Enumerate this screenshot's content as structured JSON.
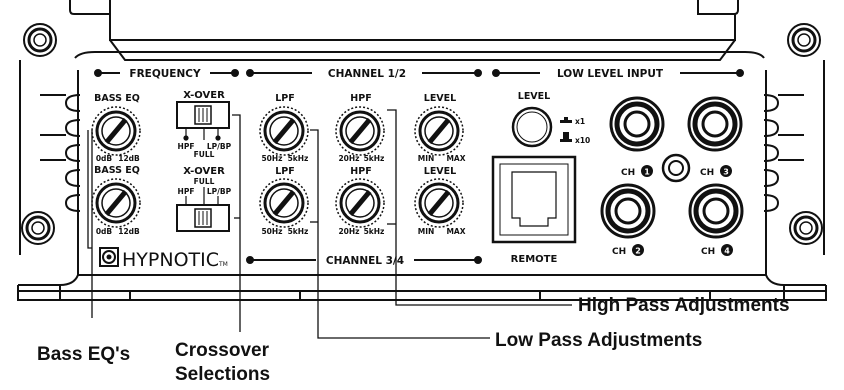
{
  "panel": {
    "sections": {
      "frequency": "FREQUENCY",
      "channel_12": "CHANNEL 1/2",
      "channel_34": "CHANNEL 3/4",
      "low_level_input": "LOW LEVEL INPUT"
    },
    "bass_eq": {
      "label": "BASS EQ",
      "min": "0dB",
      "max": "12dB"
    },
    "xover": {
      "label": "X-OVER",
      "hpf": "HPF",
      "lpbp": "LP/BP",
      "full": "FULL"
    },
    "lpf": {
      "label": "LPF",
      "min": "50Hz",
      "max": "5kHz"
    },
    "hpf": {
      "label": "HPF",
      "min": "20Hz",
      "max": "5kHz"
    },
    "level_knob": {
      "label": "LEVEL",
      "min": "MIN",
      "max": "MAX"
    },
    "gain_switch": {
      "label": "LEVEL",
      "x1": "x1",
      "x10": "x10"
    },
    "remote": "REMOTE",
    "channels": [
      "CH",
      "CH",
      "CH",
      "CH"
    ],
    "channel_numbers": [
      "1",
      "3",
      "2",
      "4"
    ],
    "brand": "HYPNOTIC",
    "trademark": "TM"
  },
  "callouts": {
    "bass_eq": "Bass EQ's",
    "crossover_line1": "Crossover",
    "crossover_line2": "Selections",
    "high_pass": "High Pass Adjustments",
    "low_pass": "Low Pass Adjustments"
  }
}
